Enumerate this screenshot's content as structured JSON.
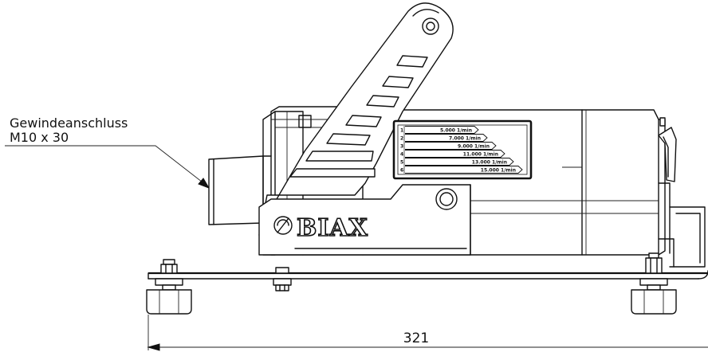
{
  "callout": {
    "line1": "Gewindeanschluss",
    "line2": "M10 x 30"
  },
  "dimension": {
    "value": "321"
  },
  "brand": {
    "logo_text": "BIAX"
  },
  "speed_plate": {
    "rows": [
      {
        "step": "1",
        "speed": "5.000 1/min"
      },
      {
        "step": "2",
        "speed": "7.000 1/min"
      },
      {
        "step": "3",
        "speed": "9.000 1/min"
      },
      {
        "step": "4",
        "speed": "11.000 1/min"
      },
      {
        "step": "5",
        "speed": "13.000 1/min"
      },
      {
        "step": "6",
        "speed": "15.000 1/min"
      }
    ]
  }
}
